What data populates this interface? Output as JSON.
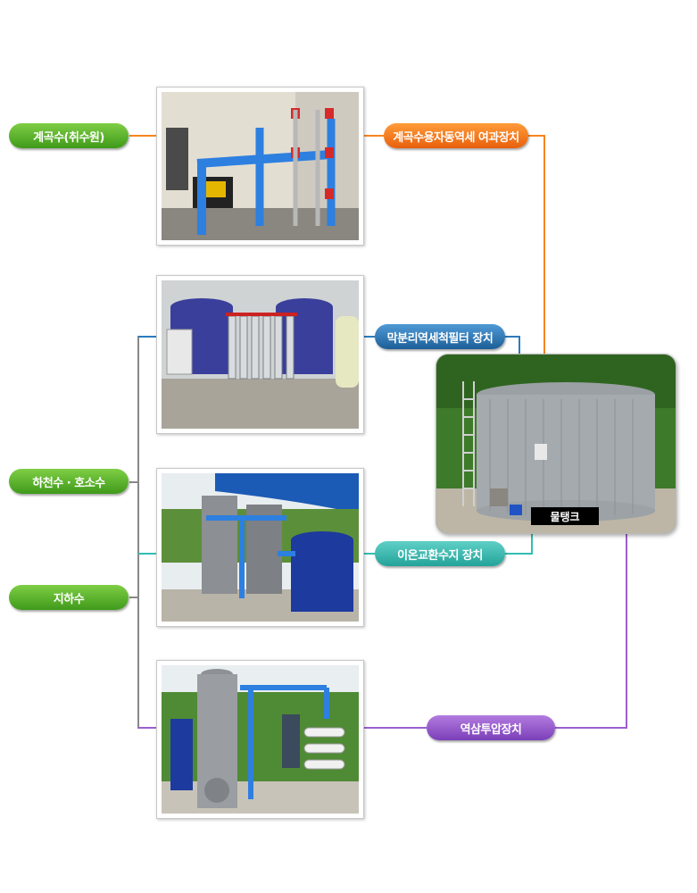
{
  "sources": {
    "stream": "계곡수(취수원)",
    "river_lake": "하천수 · 호소수",
    "groundwater": "지하수"
  },
  "devices": {
    "stream_filter": "계곡수용자동역세 여과장치",
    "membrane_filter": "막분리역세척필터 장치",
    "ion_exchange": "이온교환수지 장치",
    "reverse_osmosis": "역삼투압장치"
  },
  "tank": {
    "label": "물탱크"
  },
  "colors": {
    "green": "#4caf27",
    "orange": "#f7851f",
    "blue": "#2b7bbd",
    "teal": "#33bdb3",
    "purple": "#9b5fd0",
    "gray_line": "#888888"
  }
}
